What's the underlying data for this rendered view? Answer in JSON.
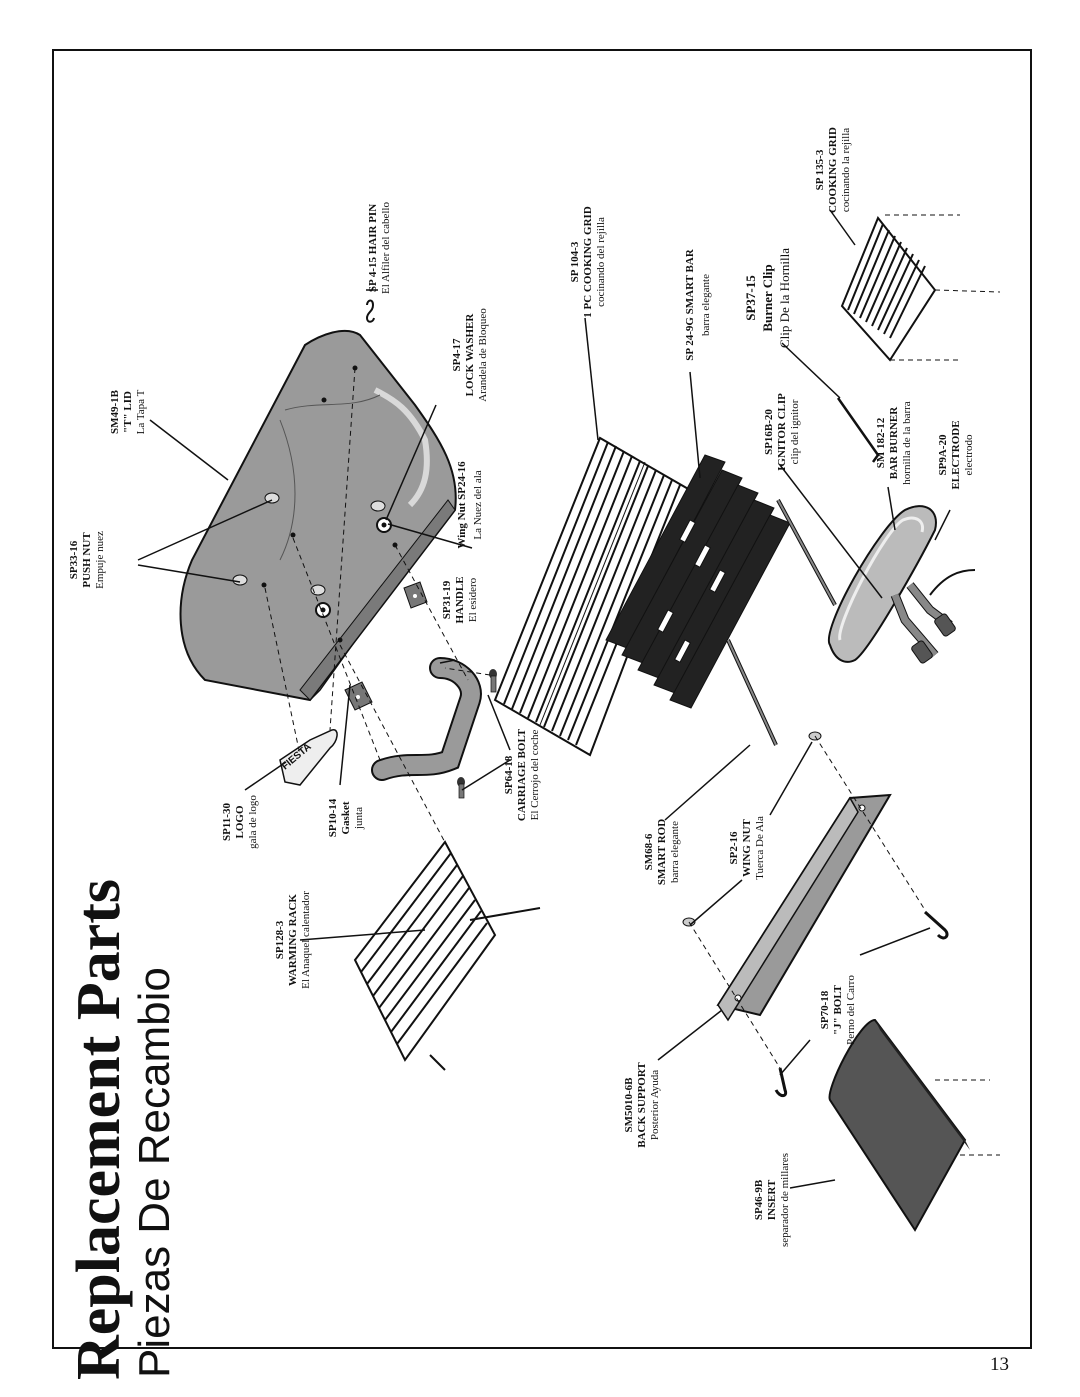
{
  "page": {
    "title": "Replacement Parts",
    "subtitle": "Piezas De Recambio",
    "page_number": "13"
  },
  "parts": {
    "hair_pin": {
      "code": "SP 4-15 HAIR PIN",
      "spanish": "El Alfiler del cabello"
    },
    "cooking_grid_1pc": {
      "code": "SP 104-3",
      "name": "1 PC COOKING GRID",
      "spanish": "cocinando del rejilla"
    },
    "cooking_grid": {
      "code": "SP 135-3",
      "name": "COOKING GRID",
      "spanish": "cocinando la rejilla"
    },
    "t_lid": {
      "code": "SM49-1B",
      "name": "\"T\" LID",
      "spanish": "La Tapa T"
    },
    "lock_washer": {
      "code": "SP4-17",
      "name": "LOCK WASHER",
      "spanish": "Arandela de Bloqueo"
    },
    "smart_bar": {
      "code": "SP 24-9G SMART BAR",
      "spanish": "barra elegante"
    },
    "burner_clip": {
      "code": "SP37-15",
      "name": "Burner Clip",
      "spanish": "Clip De la Hornilla"
    },
    "push_nut": {
      "code": "SP33-16",
      "name": "PUSH NUT",
      "spanish": "Empuje nuez"
    },
    "wing_nut_lid": {
      "code": "Wing Nut  SP24-16",
      "spanish": "La Nuez del ala"
    },
    "ignitor_clip": {
      "code": "SP16B-20",
      "name": "IGNITOR CLIP",
      "spanish": "clip del ignitor"
    },
    "bar_burner": {
      "code": "SM 182-12",
      "name": "BAR BURNER",
      "spanish": "hornilla de la barra"
    },
    "electrode": {
      "code": "SP9A-20",
      "name": "ELECTRODE",
      "spanish": "electrodo"
    },
    "handle": {
      "code": "SP31-19",
      "name": "HANDLE",
      "spanish": "El esidero"
    },
    "carriage_bolt": {
      "code": "SP64-18",
      "name": "CARRIAGE BOLT",
      "spanish": "El Cerrojo del coche"
    },
    "logo": {
      "code": "SP11-30",
      "name": "LOGO",
      "spanish": "gala de logo"
    },
    "gasket": {
      "code": "SP10-14",
      "name": "Gasket",
      "spanish": "junta"
    },
    "smart_rod": {
      "code": "SM68-6",
      "name": "SMART ROD",
      "spanish": "barra elegante"
    },
    "wing_nut": {
      "code": "SP2-16",
      "name": "WING NUT",
      "spanish": "Tuerca De Ala"
    },
    "warming_rack": {
      "code": "SP128-3",
      "name": "WARMING RACK",
      "spanish": "El Anaquel calentador"
    },
    "j_bolt": {
      "code": "SP70-18",
      "name": "\"J\" BOLT",
      "spanish": "Perno del Carro"
    },
    "back_support": {
      "code": "SM5010-6B",
      "name": "BACK SUPPORT",
      "spanish": "Posterior Ayuda"
    },
    "insert": {
      "code": "SP46-9B",
      "name": "INSERT",
      "spanish": "separador de millares"
    }
  },
  "logo_badge_text": "FIESTA"
}
